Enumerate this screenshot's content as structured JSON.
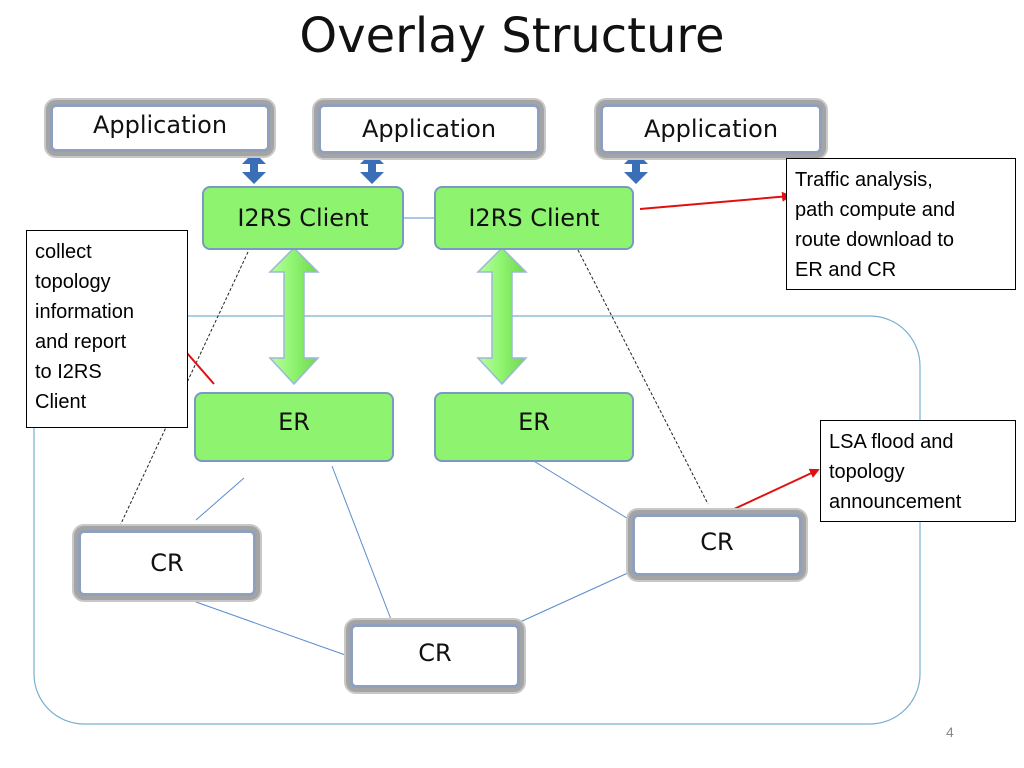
{
  "title": "Overlay Structure",
  "nodes": {
    "app1": "Application",
    "app2": "Application",
    "app3": "Application",
    "client1": "I2RS Client",
    "client2": "I2RS Client",
    "er1": "ER",
    "er2": "ER",
    "cr_left": "CR",
    "cr_right": "CR",
    "cr_bottom": "CR"
  },
  "notes": {
    "collect": "collect\ntopology\ninformation\nand report\nto I2RS\nClient",
    "traffic": "Traffic analysis,\npath compute and\nroute download to\nER and CR",
    "lsa": "LSA flood and\ntopology\nannouncement"
  },
  "page_number": "4",
  "colors": {
    "client_fill": "#8ef46f",
    "double_arrow_green": "#8ef46f",
    "small_arrow_blue": "#3a6fb8",
    "callout_arrow_red": "#e01010",
    "domain_border": "#7ab0d0",
    "link_line": "#5a8ccf"
  }
}
